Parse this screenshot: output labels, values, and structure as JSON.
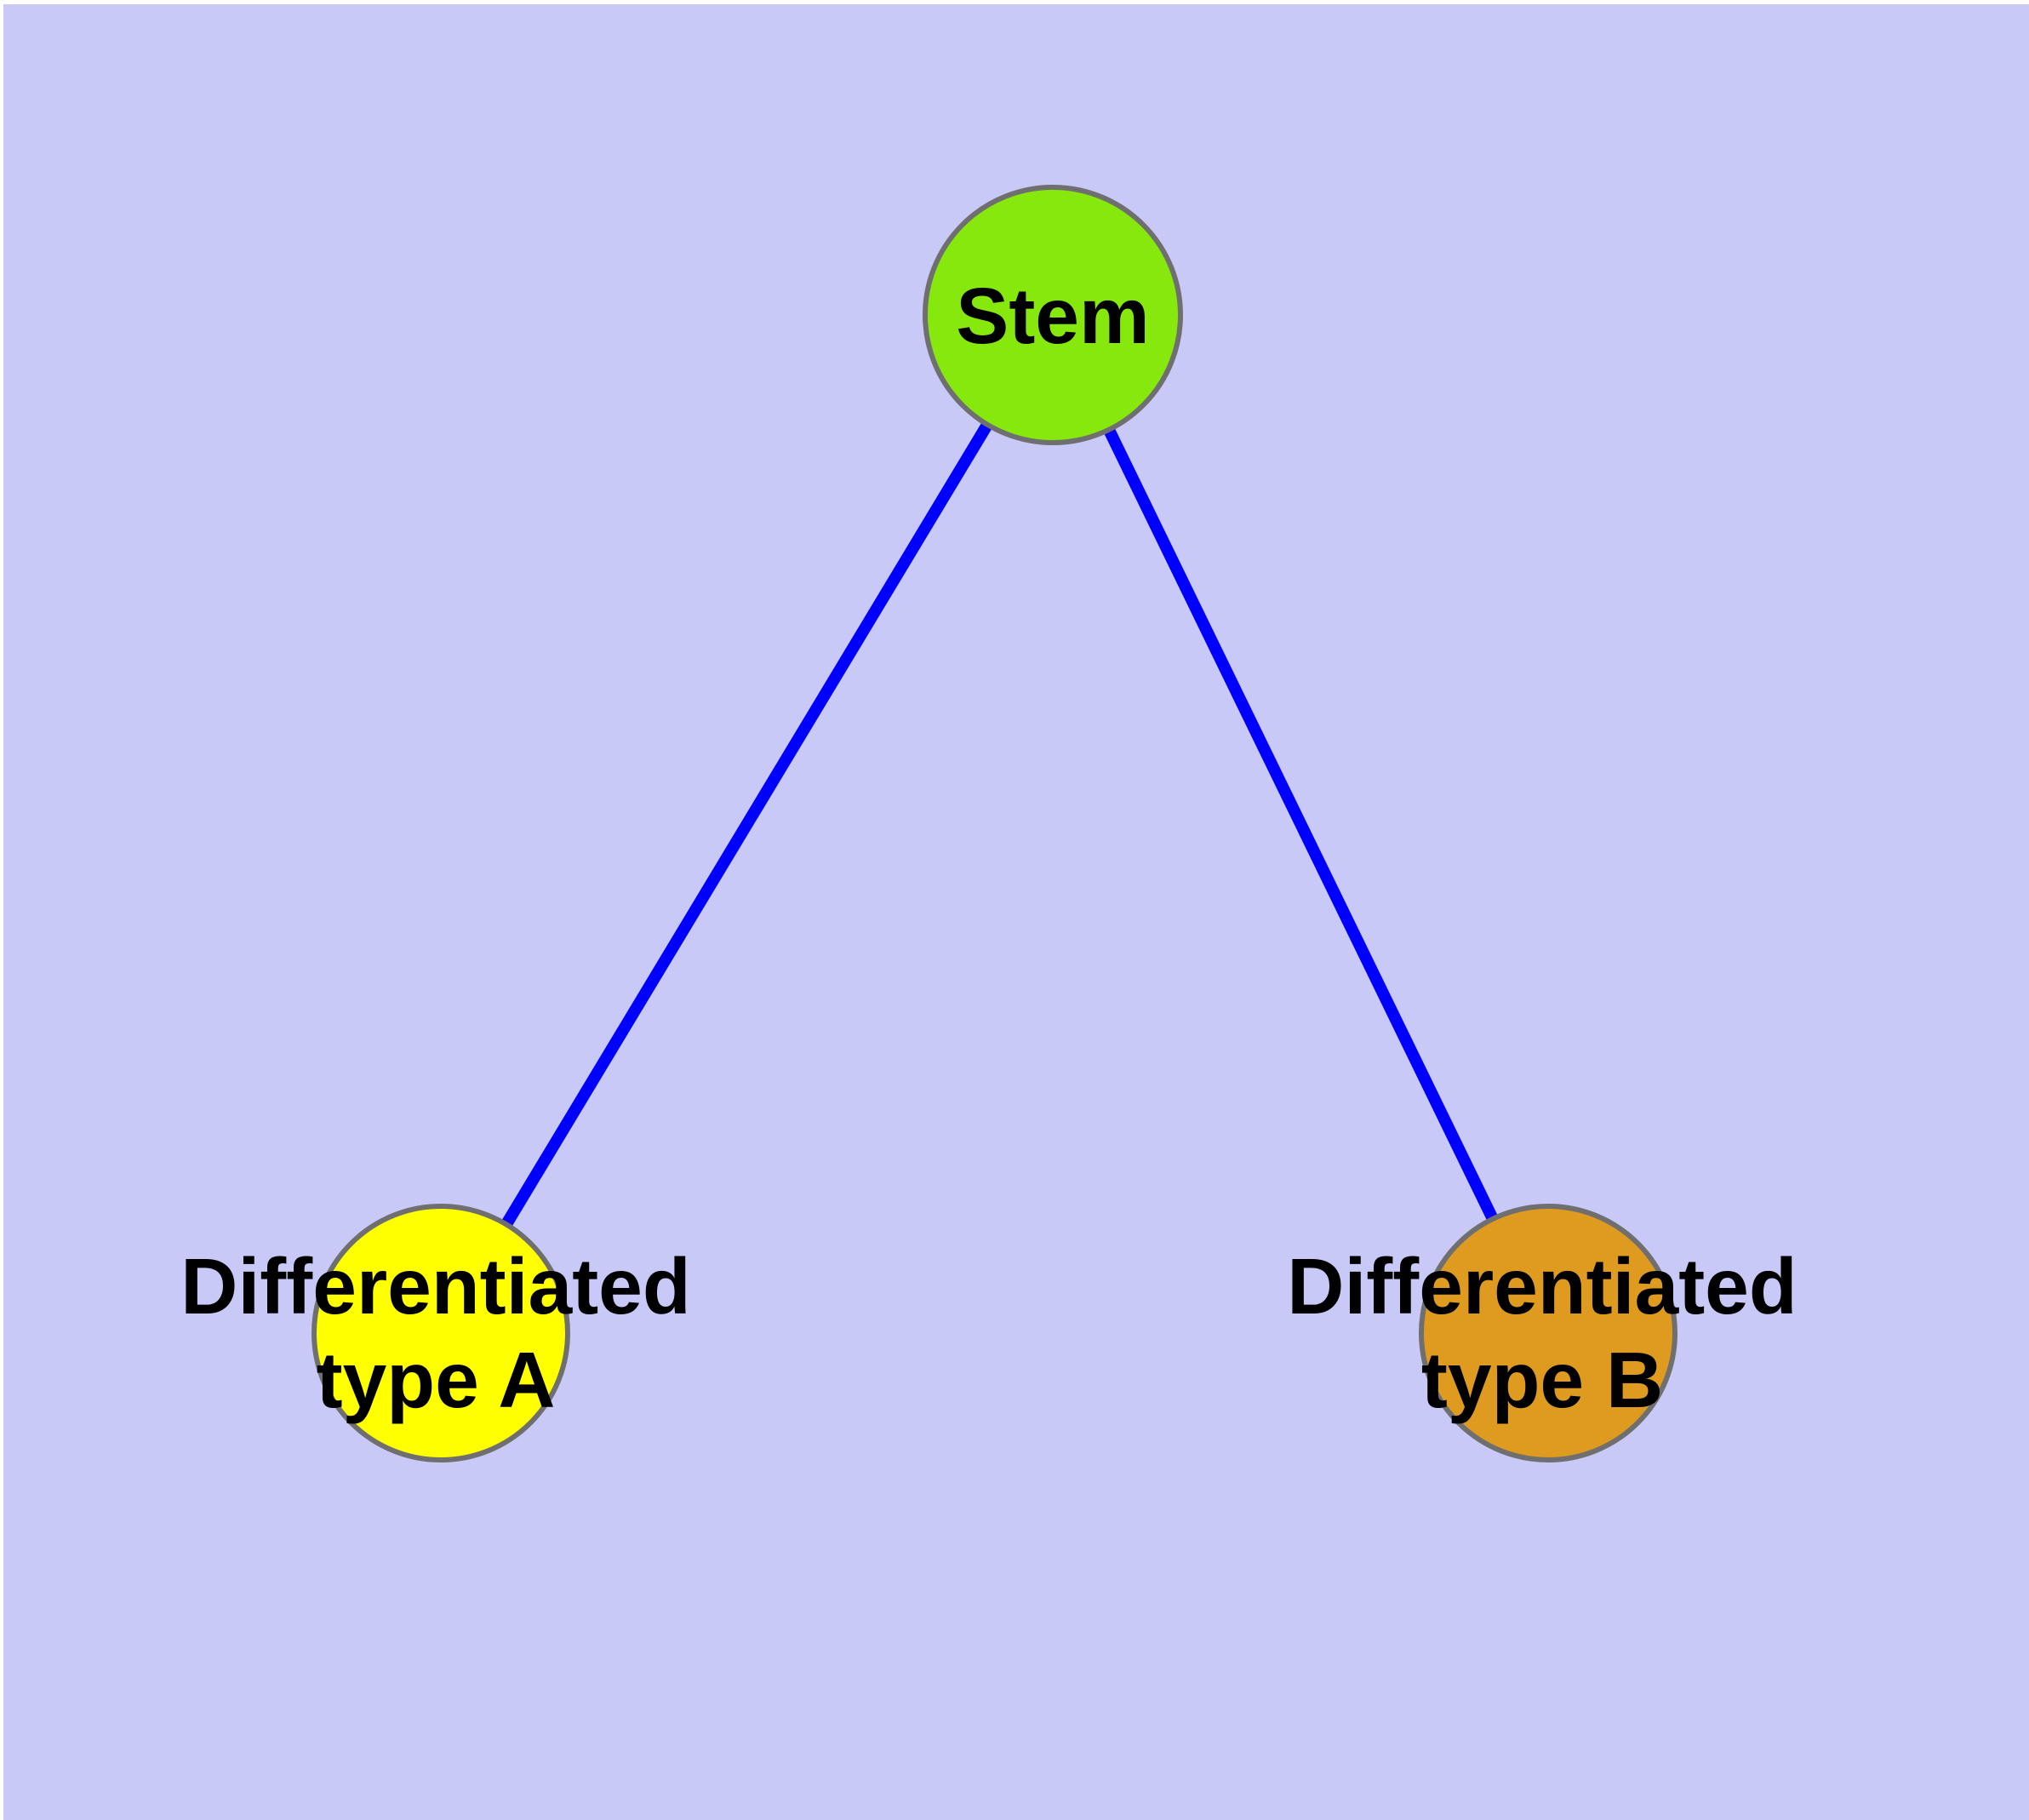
{
  "diagram": {
    "title": "",
    "type": "node-link-tree",
    "colors": {
      "background": "#C9C9F8",
      "margin": "#FFFFFF",
      "edge": "#0000FF",
      "node_border": "#6F6F6F",
      "text": "#000000"
    },
    "nodes": [
      {
        "id": "stem",
        "label": "Stem",
        "fill": "#86E80D",
        "shape": "circle"
      },
      {
        "id": "differentiated-type-a",
        "label_line1": "Differentiated",
        "label_line2": "type A",
        "fill": "#FFFF00",
        "shape": "circle"
      },
      {
        "id": "differentiated-type-b",
        "label_line1": "Differentiated",
        "label_line2": "type B",
        "fill": "#DF9A20",
        "shape": "circle"
      }
    ],
    "edges": [
      {
        "from": "stem",
        "to": "differentiated-type-a"
      },
      {
        "from": "stem",
        "to": "differentiated-type-b"
      }
    ]
  }
}
